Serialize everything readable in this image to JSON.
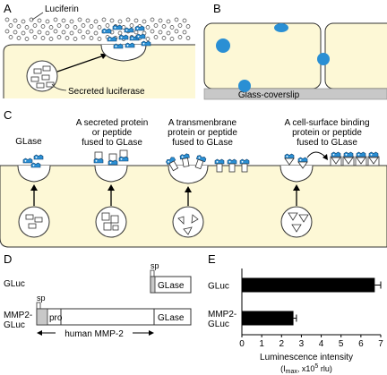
{
  "panels": {
    "A": {
      "letter": "A",
      "luciferin_label": "Luciferin",
      "secreted_label": "Secreted luciferase"
    },
    "B": {
      "letter": "B",
      "coverslip_label": "Glass-coverslip"
    },
    "C": {
      "letter": "C",
      "columns": [
        {
          "text": [
            "GLase"
          ]
        },
        {
          "text": [
            "A secreted protein",
            "or peptide",
            "fused to GLase"
          ]
        },
        {
          "text": [
            "A transmenbrane",
            "protein or peptide",
            "fused to GLase"
          ]
        },
        {
          "text": [
            "A cell-surface binding",
            "protein or peptide",
            "fused to GLase"
          ]
        }
      ]
    },
    "D": {
      "letter": "D",
      "gluc_label": "GLuc",
      "mmp2_label": [
        "MMP2-",
        "GLuc"
      ],
      "sp_label": "sp",
      "glase_label": "GLase",
      "pro_label": "pro",
      "human_label": "human MMP-2"
    },
    "E": {
      "letter": "E",
      "xlabel_line1": "Luminescence intensity",
      "xlabel_line2": "(I",
      "xlabel_sub": "max",
      "xlabel_rest": ", x10",
      "xlabel_sup": "5",
      "xlabel_end": " rlu)"
    }
  },
  "chart_data": {
    "type": "bar",
    "orientation": "horizontal",
    "categories": [
      [
        "GLuc"
      ],
      [
        "MMP2-",
        "GLuc"
      ]
    ],
    "values": [
      6.7,
      2.6
    ],
    "errors": [
      0.3,
      0.15
    ],
    "xlim": [
      0,
      7
    ],
    "xticks": [
      "0",
      "1",
      "2",
      "3",
      "4",
      "5",
      "6",
      "7"
    ],
    "bar_color": "#000000"
  },
  "colors": {
    "cell_fill": "#fdf8d6",
    "cell_stroke": "#333333",
    "luciferase_blue": "#2a8fd4",
    "glass_gray": "#c8c8c8"
  }
}
